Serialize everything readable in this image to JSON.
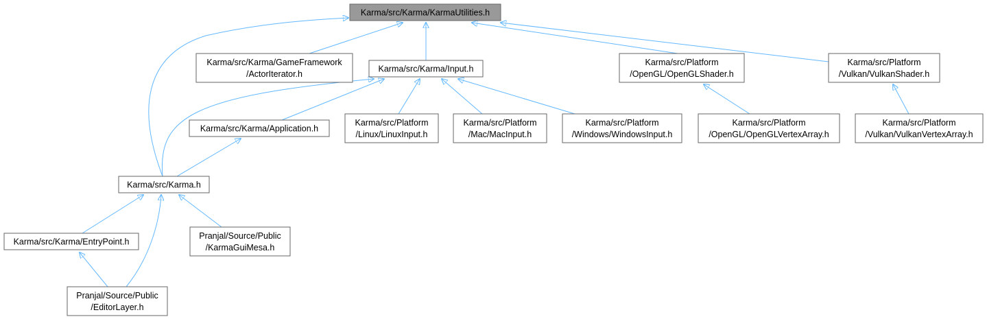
{
  "diagram": {
    "colors": {
      "edge": "#63b8ff",
      "node_border": "#666666",
      "root_fill": "#999999",
      "node_fill": "#ffffff"
    },
    "nodes": {
      "utilities": {
        "lines": [
          "Karma/src/Karma/KarmaUtilities.h"
        ]
      },
      "actoriterator": {
        "lines": [
          "Karma/src/Karma/GameFramework",
          "/ActorIterator.h"
        ]
      },
      "input": {
        "lines": [
          "Karma/src/Karma/Input.h"
        ]
      },
      "openglshader": {
        "lines": [
          "Karma/src/Platform",
          "/OpenGL/OpenGLShader.h"
        ]
      },
      "vulkanshader": {
        "lines": [
          "Karma/src/Platform",
          "/Vulkan/VulkanShader.h"
        ]
      },
      "application": {
        "lines": [
          "Karma/src/Karma/Application.h"
        ]
      },
      "linuxinput": {
        "lines": [
          "Karma/src/Platform",
          "/Linux/LinuxInput.h"
        ]
      },
      "macinput": {
        "lines": [
          "Karma/src/Platform",
          "/Mac/MacInput.h"
        ]
      },
      "windowsinput": {
        "lines": [
          "Karma/src/Platform",
          "/Windows/WindowsInput.h"
        ]
      },
      "openglvertexarray": {
        "lines": [
          "Karma/src/Platform",
          "/OpenGL/OpenGLVertexArray.h"
        ]
      },
      "vulkanvertexarray": {
        "lines": [
          "Karma/src/Platform",
          "/Vulkan/VulkanVertexArray.h"
        ]
      },
      "karma": {
        "lines": [
          "Karma/src/Karma.h"
        ]
      },
      "entrypoint": {
        "lines": [
          "Karma/src/Karma/EntryPoint.h"
        ]
      },
      "karmaguimesa": {
        "lines": [
          "Pranjal/Source/Public",
          "/KarmaGuiMesa.h"
        ]
      },
      "editorlayer": {
        "lines": [
          "Pranjal/Source/Public",
          "/EditorLayer.h"
        ]
      }
    },
    "edges": [
      {
        "from": "actoriterator",
        "to": "utilities"
      },
      {
        "from": "input",
        "to": "utilities"
      },
      {
        "from": "openglshader",
        "to": "utilities"
      },
      {
        "from": "vulkanshader",
        "to": "utilities"
      },
      {
        "from": "karma",
        "to": "utilities"
      },
      {
        "from": "application",
        "to": "input"
      },
      {
        "from": "linuxinput",
        "to": "input"
      },
      {
        "from": "macinput",
        "to": "input"
      },
      {
        "from": "windowsinput",
        "to": "input"
      },
      {
        "from": "karma",
        "to": "input"
      },
      {
        "from": "openglvertexarray",
        "to": "openglshader"
      },
      {
        "from": "vulkanvertexarray",
        "to": "vulkanshader"
      },
      {
        "from": "karma",
        "to": "application"
      },
      {
        "from": "entrypoint",
        "to": "karma"
      },
      {
        "from": "karmaguimesa",
        "to": "karma"
      },
      {
        "from": "editorlayer",
        "to": "karma"
      },
      {
        "from": "editorlayer",
        "to": "entrypoint"
      }
    ]
  }
}
